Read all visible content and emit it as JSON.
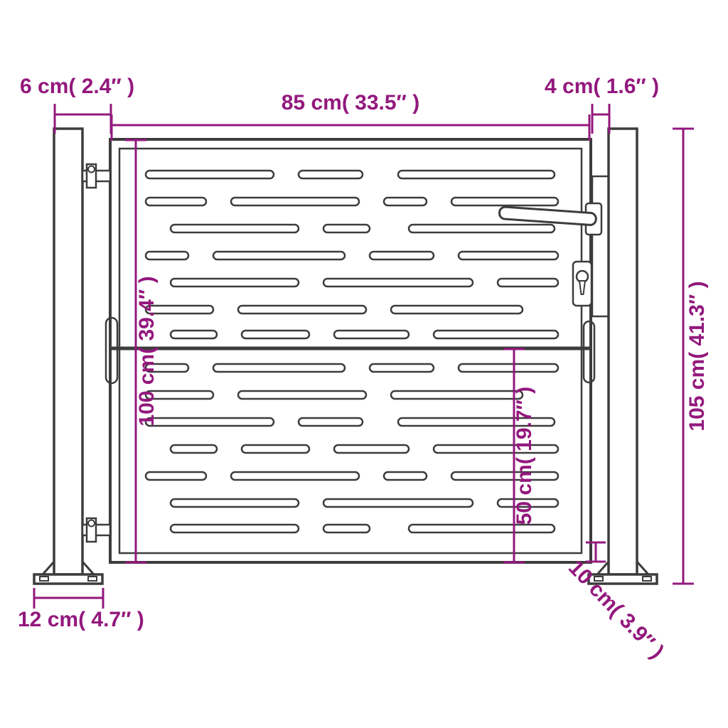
{
  "colors": {
    "dimension_accent": "#93187d",
    "drawing_line": "#3c3c3c",
    "background": "#ffffff"
  },
  "dimensions": {
    "left_post_width": "6 cm( 2.4″ )",
    "gate_width": "85 cm( 33.5″ )",
    "latch_strip_width": "4 cm( 1.6″ )",
    "total_height": "105 cm( 41.3″ )",
    "gate_height": "100 cm( 39.4″ )",
    "lower_section_height": "50 cm( 19.7″ )",
    "bottom_clearance": "10 cm( 3.9″ )",
    "base_plate_width": "12 cm( 4.7″ )"
  }
}
